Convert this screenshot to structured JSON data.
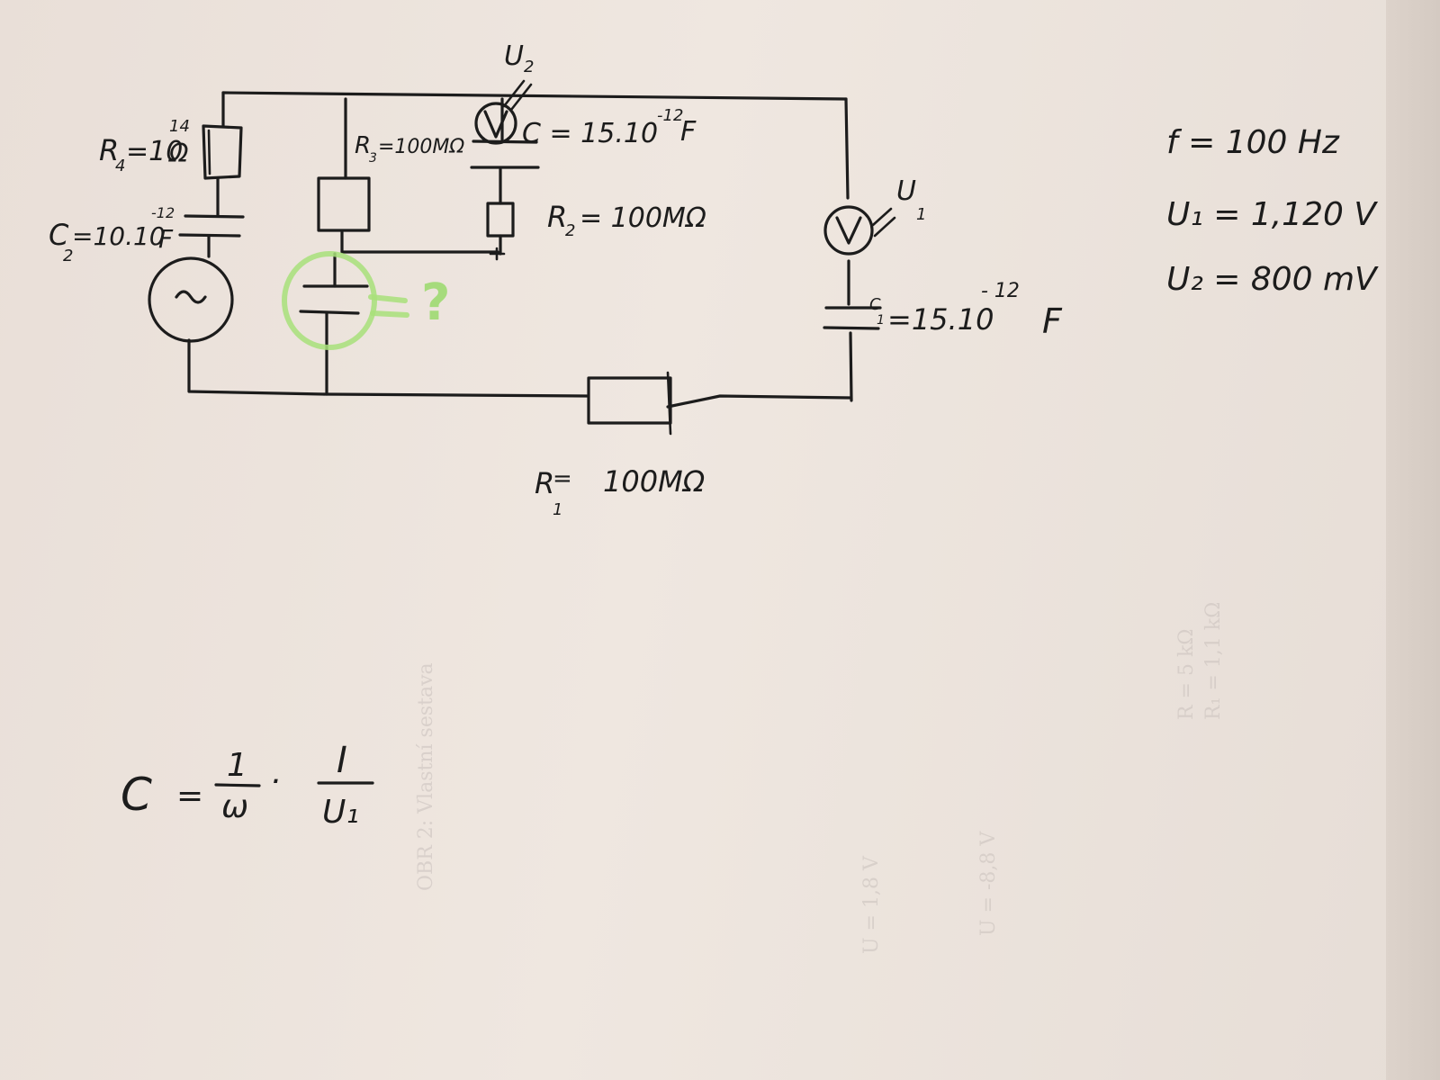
{
  "labels": {
    "r4": {
      "name": "R",
      "sub": "4",
      "value": "=10",
      "exp": "14",
      "unit": "Ω"
    },
    "c2": {
      "name": "C",
      "sub": "2",
      "value": "=10.10",
      "exp": "-12",
      "unit": "F"
    },
    "r3": {
      "name": "R",
      "sub": "3",
      "value": "=100MΩ"
    },
    "u2_top": {
      "name": "U",
      "sub": "2"
    },
    "c_top": {
      "text": "C = 15.10",
      "exp": "-12",
      "unit": "F"
    },
    "r2": {
      "name": "R",
      "sub": "2",
      "value": "= 100MΩ"
    },
    "u1_meter": {
      "name": "U",
      "sub": "1"
    },
    "c1": {
      "name": "C",
      "sub": "1",
      "value": "=15.10",
      "exp": "- 12",
      "unit": "F"
    },
    "r1": {
      "name": "R",
      "sub": "1",
      "value": "=",
      "value2": "100MΩ"
    },
    "question_mark": "= ?"
  },
  "given": {
    "f": "f = 100 Hz",
    "u1": "U₁ = 1,120 V",
    "u2": "U₂ = 800 mV"
  },
  "formula": {
    "lhs": "C",
    "eq": "=",
    "frac1_num": "1",
    "frac1_den": "ω",
    "dot": "·",
    "frac2_num": "I",
    "frac2_den": "U₁"
  },
  "icons": {
    "ac_source": "sine-wave-icon",
    "voltmeter": "voltmeter-icon",
    "top_meter": "voltmeter-icon"
  },
  "colors": {
    "ink": "#1c1c1c",
    "highlight": "#a8e07a",
    "paper": "#ece3dc"
  },
  "bleed_through": {
    "line1": "OBR 2: Vlastní sestava",
    "line2": "R = 5 kΩ",
    "line3": "R₁ = 1,1 kΩ",
    "line4": "U = -8,8 V",
    "line5": "U = 1,8 V"
  }
}
